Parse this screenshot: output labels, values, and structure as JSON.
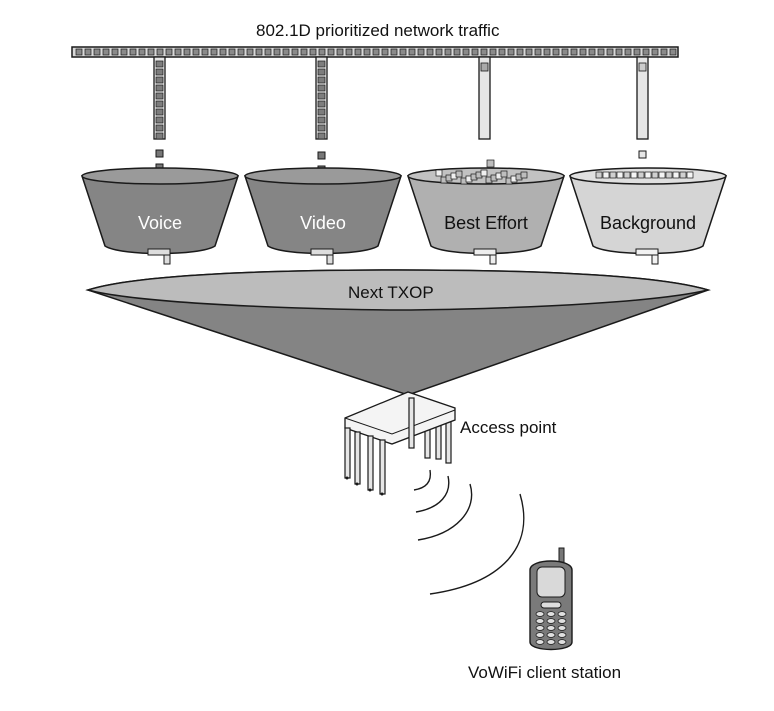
{
  "diagram": {
    "bus_title": "802.1D prioritized network traffic",
    "queues": [
      {
        "name": "Voice",
        "fill": "#858585",
        "label_color": "#ffffff"
      },
      {
        "name": "Video",
        "fill": "#858585",
        "label_color": "#ffffff"
      },
      {
        "name": "Best Effort",
        "fill": "#b0b0b0",
        "label_color": "#111111"
      },
      {
        "name": "Background",
        "fill": "#d5d5d5",
        "label_color": "#111111"
      }
    ],
    "txop_label": "Next TXOP",
    "access_point_label": "Access point",
    "client_label": "VoWiFi client station",
    "colors": {
      "funnel": "#848484",
      "outline": "#1a1a1a",
      "background": "#ffffff"
    }
  }
}
